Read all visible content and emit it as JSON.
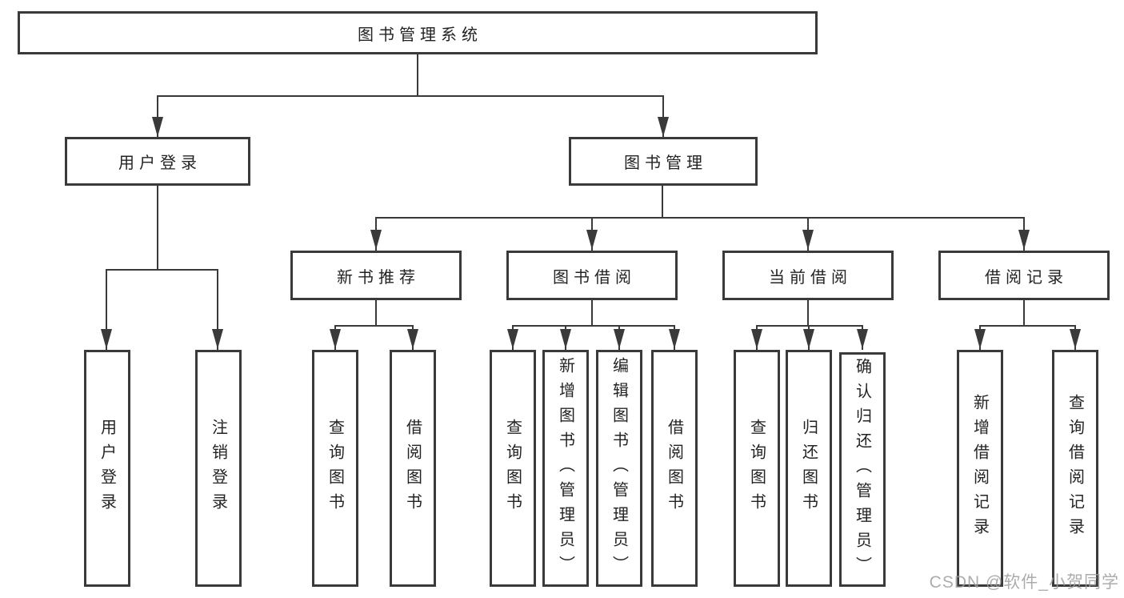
{
  "tree": {
    "root": {
      "label": "图书管理系统"
    },
    "branches": [
      {
        "label": "用户登录",
        "leaves": [
          "用户登录",
          "注销登录"
        ]
      },
      {
        "label": "图书管理",
        "groups": [
          {
            "label": "新书推荐",
            "leaves": [
              "查询图书",
              "借阅图书"
            ]
          },
          {
            "label": "图书借阅",
            "leaves": [
              "查询图书",
              "新增图书（管理员）",
              "编辑图书（管理员）",
              "借阅图书"
            ]
          },
          {
            "label": "当前借阅",
            "leaves": [
              "查询图书",
              "归还图书",
              "确认归还（管理员）"
            ]
          },
          {
            "label": "借阅记录",
            "leaves": [
              "新增借阅记录",
              "查询借阅记录"
            ]
          }
        ]
      }
    ]
  },
  "watermark": "CSDN @软件_小贺同学",
  "colors": {
    "line": "#3a3a3a",
    "text": "#232323",
    "watermark": "#9e9e9e",
    "background": "#ffffff"
  }
}
